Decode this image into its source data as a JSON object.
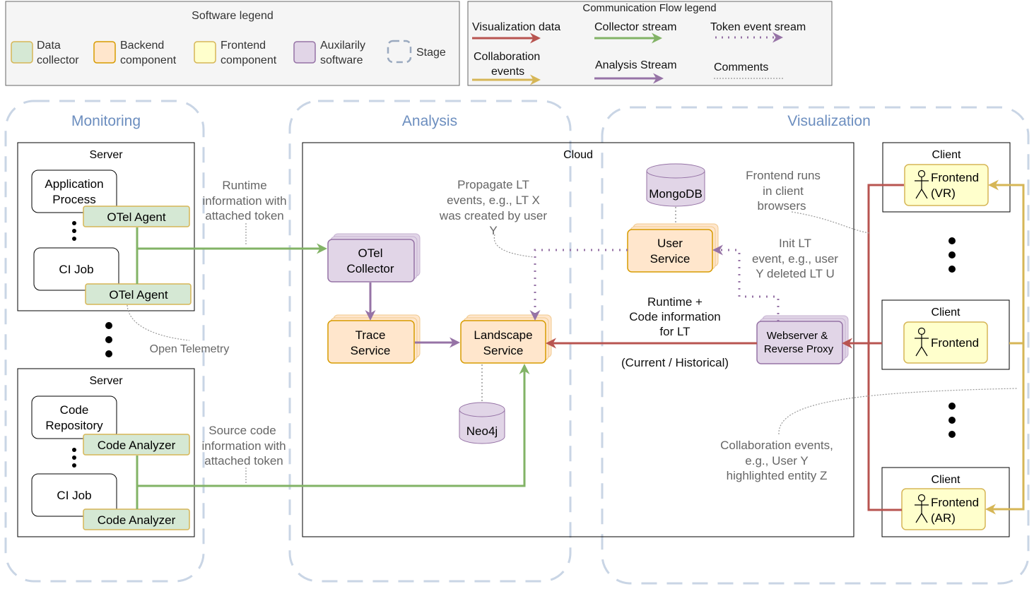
{
  "legend": {
    "software": {
      "title": "Software legend",
      "items": [
        {
          "label1": "Data",
          "label2": "collector"
        },
        {
          "label1": "Backend",
          "label2": "component"
        },
        {
          "label1": "Frontend",
          "label2": "component"
        },
        {
          "label1": "Auxilarily",
          "label2": "software"
        },
        {
          "label1": "Stage"
        }
      ]
    },
    "flow": {
      "title": "Communication Flow legend",
      "visualization_data": "Visualization data",
      "collector_stream": "Collector stream",
      "token_event_stream": "Token event sream",
      "collab_line1": "Collaboration",
      "collab_line2": "events",
      "analysis_stream": "Analysis Stream",
      "comments": "Comments"
    }
  },
  "stages": {
    "monitoring": "Monitoring",
    "analysis": "Analysis",
    "visualization": "Visualization"
  },
  "monitoring": {
    "server_title": "Server",
    "app_process": [
      "Application",
      "Process"
    ],
    "otel_agent": "OTel Agent",
    "ci_job": "CI Job",
    "code_repository": [
      "Code",
      "Repository"
    ],
    "code_analyzer": "Code Analyzer",
    "open_telemetry": "Open Telemetry"
  },
  "cloud": {
    "title": "Cloud",
    "otel_collector": [
      "OTel",
      "Collector"
    ],
    "trace_service": [
      "Trace",
      "Service"
    ],
    "landscape_service": [
      "Landscape",
      "Service"
    ],
    "user_service": [
      "User",
      "Service"
    ],
    "mongodb": "MongoDB",
    "neo4j": "Neo4j",
    "webserver": [
      "Webserver &",
      "Reverse Proxy"
    ]
  },
  "clients": {
    "title": "Client",
    "frontend": "Frontend",
    "vr": "(VR)",
    "ar": "(AR)"
  },
  "annotations": {
    "runtime_info": [
      "Runtime",
      "information with",
      "attached token"
    ],
    "source_code_info": [
      "Source code",
      "information with",
      "attached token"
    ],
    "propagate": [
      "Propagate LT",
      "events, e.g., LT X",
      "was created by user",
      "Y"
    ],
    "frontend_runs": [
      "Frontend runs",
      "in client",
      "browsers"
    ],
    "init_lt": [
      "Init LT",
      "event, e.g., user",
      "Y deleted LT U"
    ],
    "runtime_code": [
      "Runtime  +",
      "Code information",
      "for LT"
    ],
    "current_historical": "(Current / Historical)",
    "collab_events": [
      "Collaboration events,",
      "e.g.,  User Y",
      "highlighted entity Z"
    ]
  },
  "colors": {
    "visualization_data": "#b85450",
    "collector_stream": "#82b366",
    "token_event": "#9673a6",
    "collaboration": "#d6b656",
    "analysis_stream": "#9673a6",
    "comments": "#999999",
    "data_collector_fill": "#d5e8d4",
    "backend_fill": "#ffe6cc",
    "frontend_fill": "#ffffcc",
    "aux_fill": "#e1d5e7",
    "stage_stroke": "#c9d5e5",
    "stage_title": "#6c8ebf"
  }
}
